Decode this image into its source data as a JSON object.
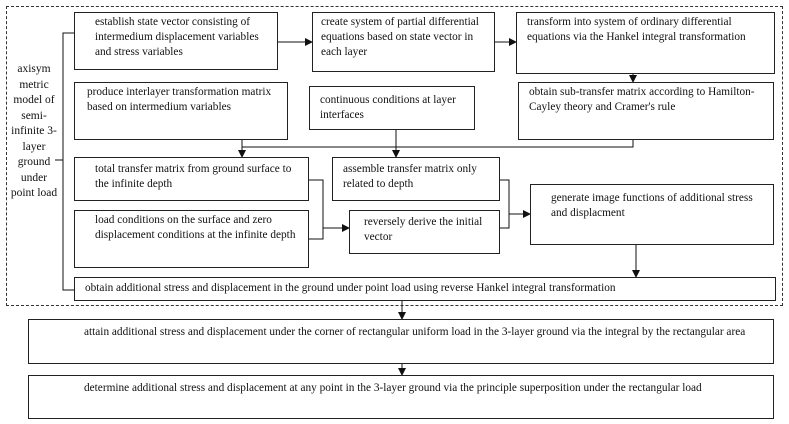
{
  "side_label": "axisym metric model of semi-infinite 3-layer ground under point load",
  "boxes": {
    "state_vector": "establish state vector consisting of intermedium displacement variables and stress variables",
    "pde": "create system of partial differential equations based on state vector in each layer",
    "ode": "transform into system of ordinary differential equations via the Hankel integral transformation",
    "interlayer": "produce interlayer transformation matrix based on intermedium variables",
    "continuous": "continuous conditions at layer interfaces",
    "subtransfer": "obtain sub-transfer matrix according to Hamilton-Cayley theory and Cramer's rule",
    "total_transfer": "total transfer matrix from ground surface to the infinite depth",
    "assemble": "assemble transfer matrix only related to depth",
    "image_functions": "generate image functions of additional stress and displacment",
    "load_conditions": "load conditions on the surface and zero displacement conditions at the infinite depth",
    "reverse_derive": "reversely derive the initial vector",
    "point_load_result": "obtain additional stress and displacement in the ground under point load using reverse Hankel integral transformation",
    "rect_corner": "attain additional stress and displacement under the corner of rectangular uniform load in the 3-layer ground via the integral by the rectangular area",
    "any_point": "determine additional stress and displacement at any point in the 3-layer ground via the principle superposition under the rectangular load"
  }
}
